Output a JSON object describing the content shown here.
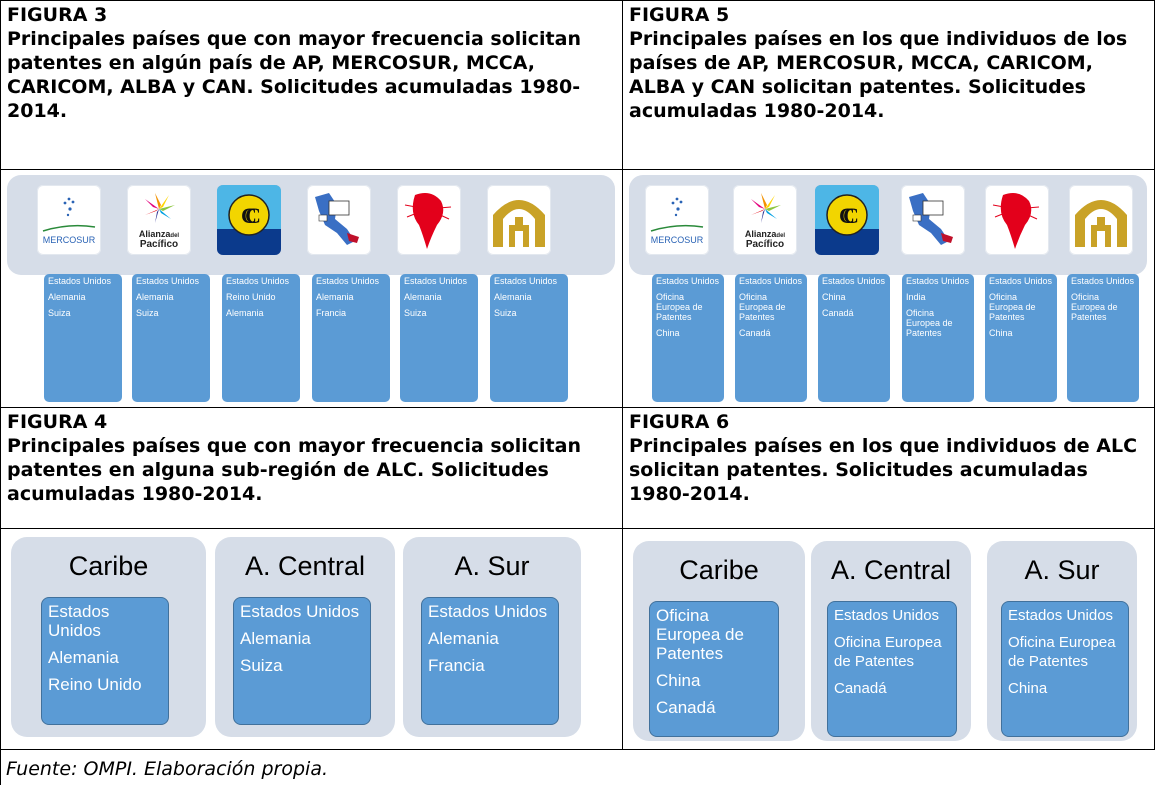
{
  "fig3": {
    "number": "FIGURA 3",
    "title": "Principales países que con mayor frecuencia solicitan patentes en algún país de AP, MERCOSUR, MCCA, CARICOM, ALBA y CAN. Solicitudes acumuladas 1980-2014.",
    "columns": [
      [
        "Estados Unidos",
        "Alemania",
        "Suiza"
      ],
      [
        "Estados Unidos",
        "Alemania",
        "Suiza"
      ],
      [
        "Estados Unidos",
        "Reino Unido",
        "Alemania"
      ],
      [
        "Estados Unidos",
        "Alemania",
        "Francia"
      ],
      [
        "Estados Unidos",
        "Alemania",
        "Suiza"
      ],
      [
        "Estados Unidos",
        "Alemania",
        "Suiza"
      ]
    ]
  },
  "fig5": {
    "number": "FIGURA 5",
    "title": "Principales países en los que individuos de los países de AP, MERCOSUR, MCCA, CARICOM, ALBA y CAN solicitan patentes. Solicitudes acumuladas 1980-2014.",
    "columns": [
      [
        "Estados Unidos",
        "Oficina Europea de Patentes",
        "China"
      ],
      [
        "Estados Unidos",
        "Oficina Europea de Patentes",
        "Canadá"
      ],
      [
        "Estados Unidos",
        "China",
        "Canadá"
      ],
      [
        "Estados Unidos",
        "India",
        "Oficina Europea de Patentes"
      ],
      [
        "Estados Unidos",
        "Oficina Europea de Patentes",
        "China"
      ],
      [
        "Estados Unidos",
        "Oficina Europea de Patentes"
      ]
    ]
  },
  "logos": {
    "mercosur": "MERCOSUR",
    "alianza_line1": "Alianza",
    "alianza_del": "del",
    "alianza_line2": "Pacífico"
  },
  "fig4": {
    "number": "FIGURA 4",
    "title": "Principales países que con mayor frecuencia solicitan patentes en alguna sub-región de ALC. Solicitudes acumuladas 1980-2014.",
    "regions": [
      {
        "name": "Caribe",
        "items": [
          "Estados Unidos",
          "Alemania",
          "Reino Unido"
        ]
      },
      {
        "name": "A. Central",
        "items": [
          "Estados Unidos",
          "Alemania",
          "Suiza"
        ]
      },
      {
        "name": "A. Sur",
        "items": [
          "Estados Unidos",
          "Alemania",
          "Francia"
        ]
      }
    ]
  },
  "fig6": {
    "number": "FIGURA 6",
    "title": "Principales países en los que individuos de ALC  solicitan patentes. Solicitudes acumuladas 1980-2014.",
    "regions": [
      {
        "name": "Caribe",
        "items": [
          "Oficina Europea de Patentes",
          "China",
          "Canadá"
        ]
      },
      {
        "name": "A. Central",
        "items": [
          "Estados Unidos",
          "Oficina Europea de Patentes",
          "Canadá"
        ]
      },
      {
        "name": "A. Sur",
        "items": [
          "Estados Unidos",
          "Oficina Europea de Patentes",
          "China"
        ]
      }
    ]
  },
  "source": "Fuente: OMPI. Elaboración propia.",
  "colors": {
    "panel": "#d6dde8",
    "box": "#5b9bd5",
    "caricom_yellow": "#f2d500",
    "caricom_blue": "#0b3a8c",
    "alba_red": "#e3001b",
    "can_gold": "#c9a227"
  },
  "icons": [
    "mercosur-logo",
    "alianza-pacifico-logo",
    "caricom-logo",
    "sica-map-logo",
    "alba-logo",
    "can-logo"
  ]
}
